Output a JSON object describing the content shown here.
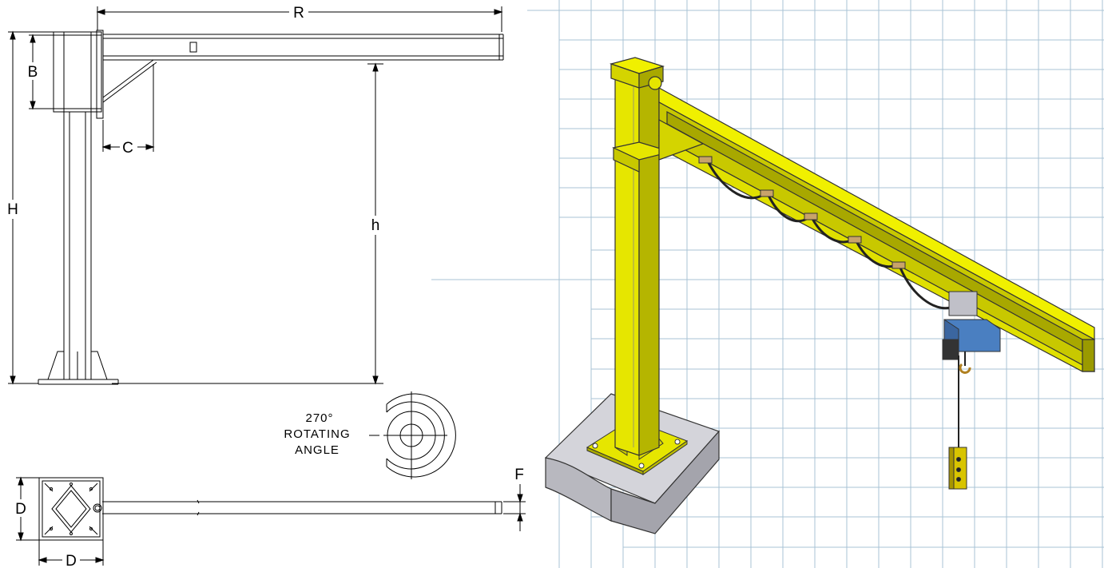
{
  "dimensions": {
    "R": "R",
    "B": "B",
    "C": "C",
    "H": "H",
    "h": "h",
    "F": "F",
    "D_vertical": "D",
    "D_horizontal": "D"
  },
  "rotation_note": {
    "line1": "270°",
    "line2": "ROTATING",
    "line3": "ANGLE"
  },
  "colors": {
    "crane_yellow": "#e6e600",
    "crane_yellow_dark": "#a8a800",
    "hoist_blue": "#4a7fc1",
    "base_gray": "#b8b8bf",
    "grid_line": "#a9c3d6",
    "drawing_line": "#000000"
  }
}
